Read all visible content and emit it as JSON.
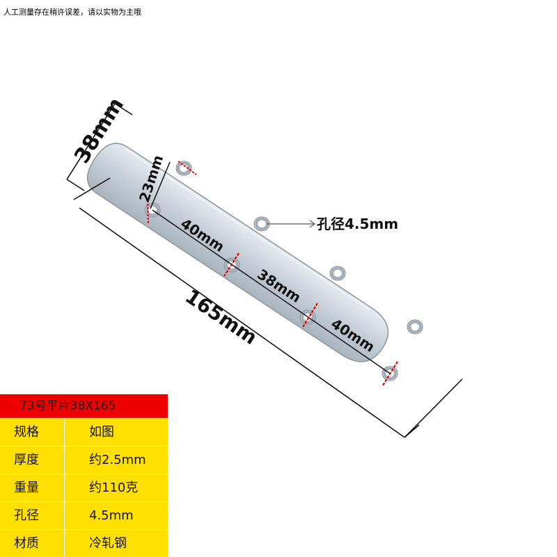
{
  "notice": "人工测量存在稍许误差，请以实物为主哦",
  "dimensions": {
    "width": "38mm",
    "length": "165mm",
    "edge_to_hole": "23mm",
    "spacing_1": "40mm",
    "spacing_2": "38mm",
    "spacing_3": "40mm",
    "hole_callout": "孔径4.5mm"
  },
  "spec_table": {
    "title": "73号平片38X165",
    "rows": [
      {
        "label": "规格",
        "value": "如图"
      },
      {
        "label": "厚度",
        "value": "约2.5mm"
      },
      {
        "label": "重量",
        "value": "约110克"
      },
      {
        "label": "孔径",
        "value": "4.5mm"
      },
      {
        "label": "材质",
        "value": "冷轧钢"
      }
    ]
  },
  "colors": {
    "header": "#ee0000",
    "row_fill": "#ffe000",
    "marker": "#e00000",
    "plate": "#c9d2da"
  }
}
